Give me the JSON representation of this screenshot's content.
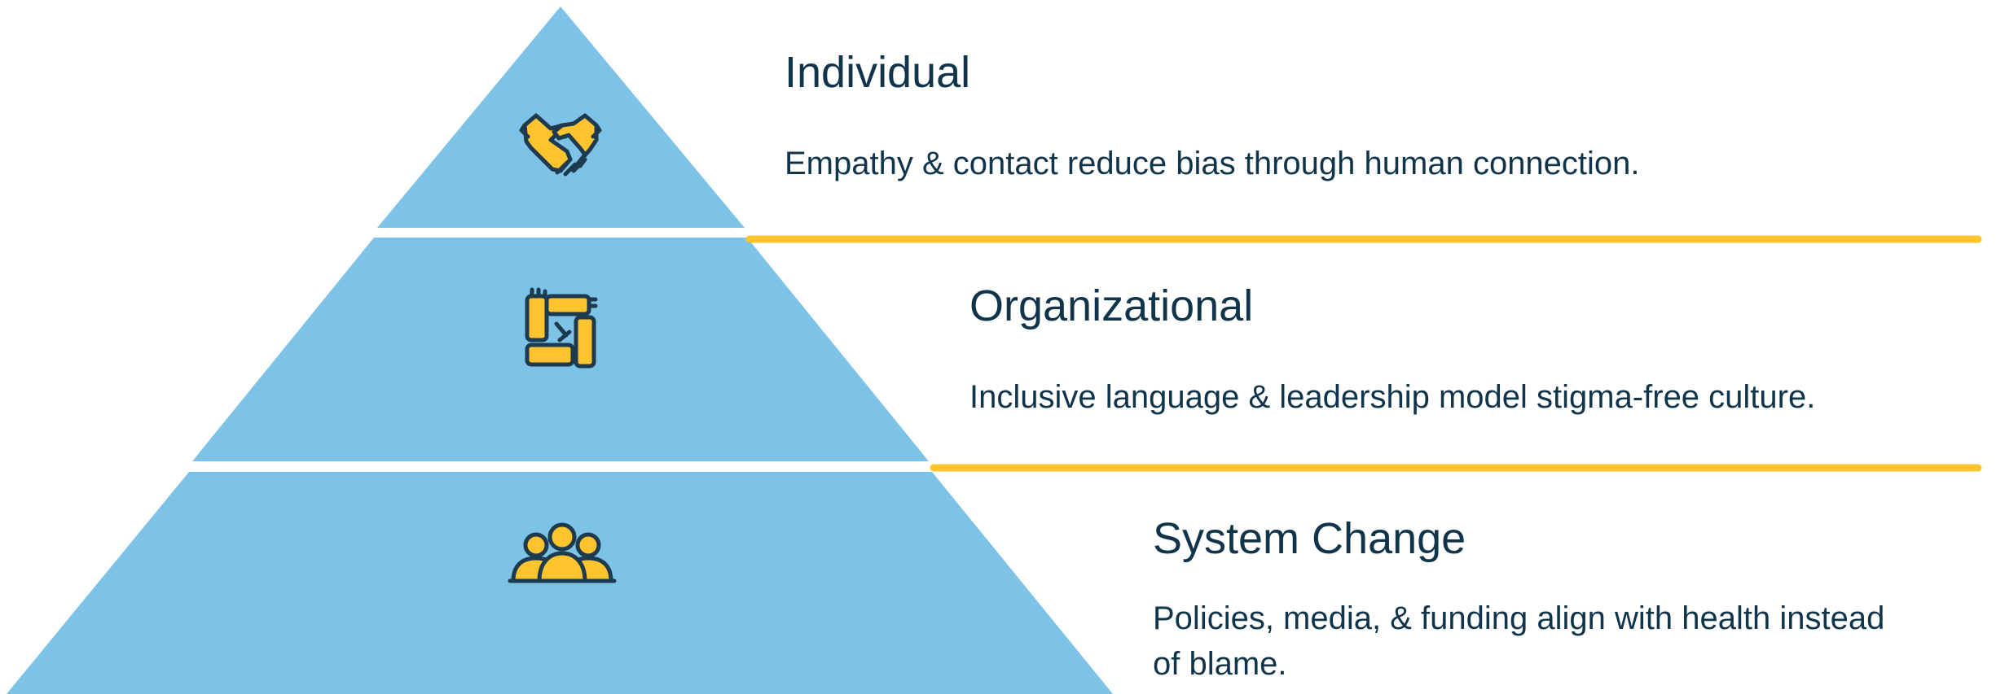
{
  "colors": {
    "pyramid_fill": "#7DC3E8",
    "accent_line": "#FDC42E",
    "icon_fill": "#FDC42E",
    "icon_stroke": "#1E3A4F",
    "text": "#10344A"
  },
  "tiers": [
    {
      "title": "Individual",
      "description": "Empathy & contact reduce bias through human connection.",
      "icon": "handshake-icon"
    },
    {
      "title": "Organizational",
      "description": "Inclusive language & leadership model stigma-free culture.",
      "icon": "joined-hands-icon"
    },
    {
      "title": "System Change",
      "description": "Policies, media, & funding align with health instead of blame.",
      "icon": "people-group-icon"
    }
  ]
}
